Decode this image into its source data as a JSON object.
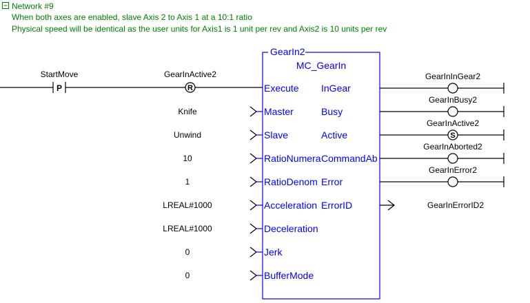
{
  "network": {
    "title": "Network #9",
    "comment_lines": [
      "When both axes are enabled, slave Axis 2 to Axis 1 at a 10:1 ratio",
      "Physical speed will be identical as the user units for Axis1 is 1 unit per rev and Axis2 is 10 units per rev"
    ]
  },
  "block": {
    "instance_name": "GearIn2",
    "type_name": "MC_GearIn",
    "inputs": [
      {
        "pin": "Execute",
        "value": "GearInActive2",
        "connection": "rising-edge-contact"
      },
      {
        "pin": "Master",
        "value": "Knife",
        "connection": "variable"
      },
      {
        "pin": "Slave",
        "value": "Unwind",
        "connection": "variable"
      },
      {
        "pin": "RatioNumera",
        "value": "10",
        "connection": "variable"
      },
      {
        "pin": "RatioDenom",
        "value": "1",
        "connection": "variable"
      },
      {
        "pin": "Acceleration",
        "value": "LREAL#1000",
        "connection": "variable"
      },
      {
        "pin": "Deceleration",
        "value": "LREAL#1000",
        "connection": "variable"
      },
      {
        "pin": "Jerk",
        "value": "0",
        "connection": "variable"
      },
      {
        "pin": "BufferMode",
        "value": "0",
        "connection": "variable"
      }
    ],
    "outputs": [
      {
        "pin": "InGear",
        "value": "GearInInGear2",
        "connection": "coil",
        "coil_letter": ""
      },
      {
        "pin": "Busy",
        "value": "GearInBusy2",
        "connection": "coil",
        "coil_letter": ""
      },
      {
        "pin": "Active",
        "value": "GearInActive2",
        "connection": "coil",
        "coil_letter": "S"
      },
      {
        "pin": "CommandAb",
        "value": "GearInAborted2",
        "connection": "coil",
        "coil_letter": ""
      },
      {
        "pin": "Error",
        "value": "GearInError2",
        "connection": "coil",
        "coil_letter": ""
      },
      {
        "pin": "ErrorID",
        "value": "GearInErrorID2",
        "connection": "variable",
        "coil_letter": ""
      }
    ]
  },
  "contact": {
    "label": "StartMove",
    "letter": "P"
  },
  "execute_contact_letter": "R",
  "colors": {
    "comment": "#008000",
    "block": "#0000ff",
    "wire": "#000000"
  }
}
